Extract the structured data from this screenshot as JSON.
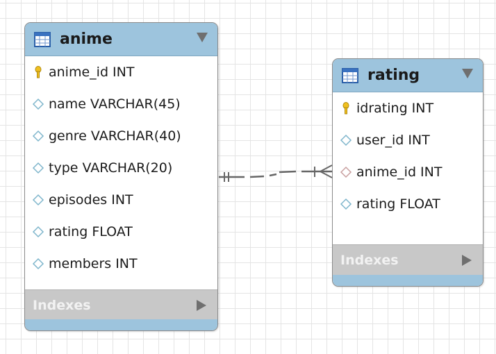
{
  "tables": {
    "anime": {
      "name": "anime",
      "columns": [
        {
          "label": "anime_id INT",
          "kind": "primary-key"
        },
        {
          "label": "name VARCHAR(45)",
          "kind": "column"
        },
        {
          "label": "genre VARCHAR(40)",
          "kind": "column"
        },
        {
          "label": "type VARCHAR(20)",
          "kind": "column"
        },
        {
          "label": "episodes INT",
          "kind": "column"
        },
        {
          "label": "rating FLOAT",
          "kind": "column"
        },
        {
          "label": "members INT",
          "kind": "column"
        }
      ],
      "indexes_label": "Indexes"
    },
    "rating": {
      "name": "rating",
      "columns": [
        {
          "label": "idrating INT",
          "kind": "primary-key"
        },
        {
          "label": "user_id INT",
          "kind": "column"
        },
        {
          "label": "anime_id INT",
          "kind": "foreign-key"
        },
        {
          "label": "rating FLOAT",
          "kind": "column"
        }
      ],
      "indexes_label": "Indexes"
    }
  },
  "relationship": {
    "from": "anime",
    "to": "rating",
    "cardinality": "one-to-many",
    "style": "dashed"
  },
  "colors": {
    "header": "#9dc4dd",
    "indexes_bar": "#c8c8c8",
    "key_icon": "#f0c020",
    "column_icon": "#7fb6cc",
    "fk_icon": "#c9a0a0",
    "line": "#666666"
  },
  "icons": {
    "table": "table-grid-icon",
    "primary_key": "key-icon",
    "column": "diamond-icon",
    "foreign_key": "diamond-icon",
    "collapse": "triangle-down-icon",
    "expand": "triangle-right-icon"
  }
}
